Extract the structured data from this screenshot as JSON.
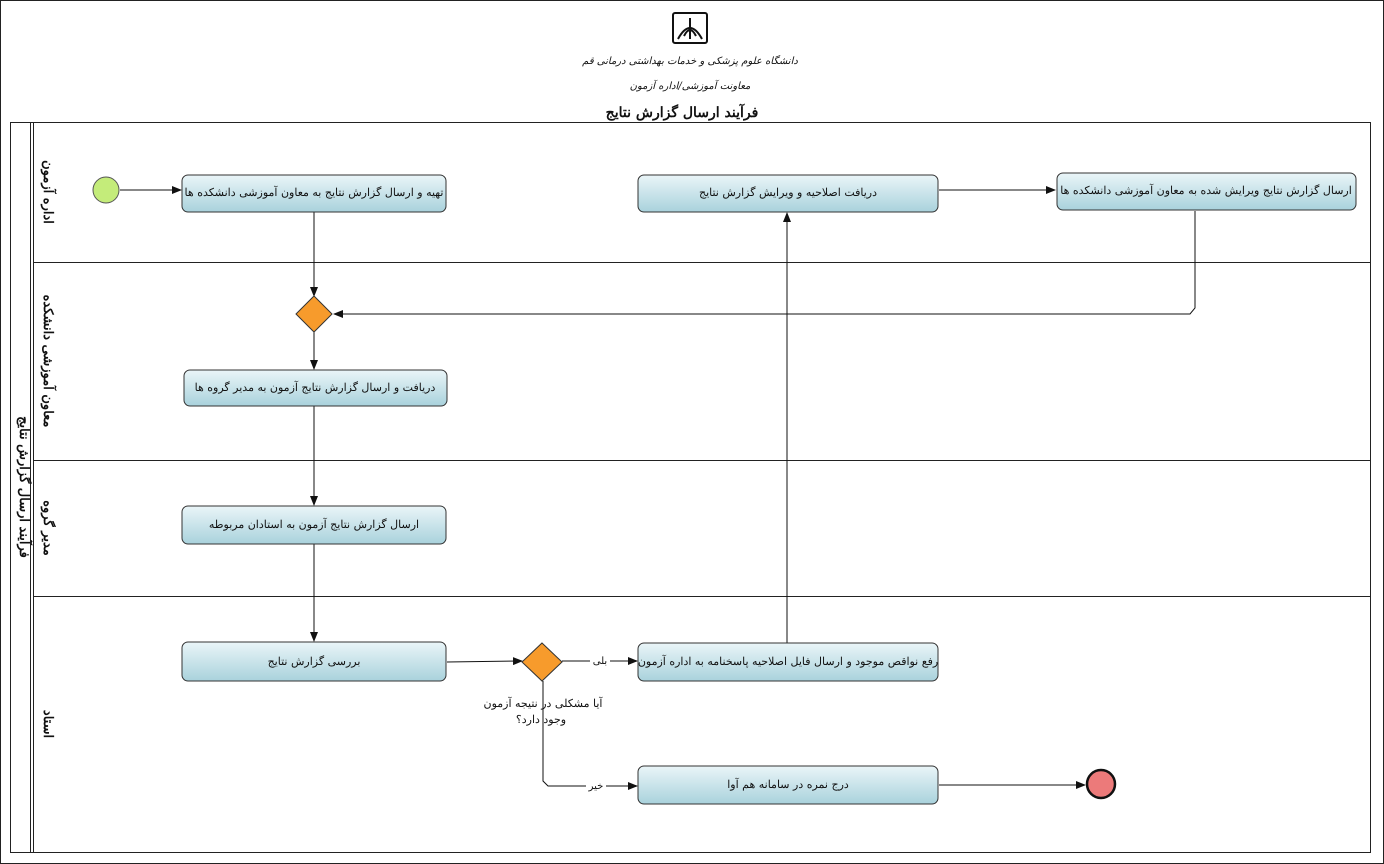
{
  "header": {
    "university": "دانشگاه علوم پزشکی و خدمات بهداشتی درمانی قم",
    "department": "معاونت آموزشی/اداره آزمون",
    "logo_icon": "university-emblem-icon"
  },
  "title": "فرآیند ارسال گزارش نتایج",
  "pool": {
    "label": "فرآیند ارسال گزارش نتایج"
  },
  "lanes": [
    {
      "label": "اداره آزمون"
    },
    {
      "label": "معاون آموزشی دانشکده"
    },
    {
      "label": "مدیر گروه"
    },
    {
      "label": "استاد"
    }
  ],
  "tasks": {
    "prepare": "تهیه و ارسال گزارش نتایج به معاون آموزشی دانشکده ها",
    "receive_edit": "دریافت اصلاحیه و ویرایش گزارش نتایج",
    "send_edited": "ارسال گزارش نتایج ویرایش شده به معاون آموزشی دانشکده ها",
    "forward_to_head": "دریافت و ارسال گزارش نتایج آزمون به مدیر گروه ها",
    "send_to_teachers": "ارسال گزارش نتایج آزمون به استادان مربوطه",
    "review": "بررسی گزارش نتایج",
    "fix_issues": "رفع نواقص موجود و ارسال فایل اصلاحیه پاسخنامه به اداره آزمون",
    "enter_grade": "درج نمره در سامانه هم آوا"
  },
  "gateway": {
    "question_line1": "آیا مشکلی در نتیجه آزمون",
    "question_line2": "وجود دارد؟",
    "yes": "بلی",
    "no": "خیر"
  },
  "colors": {
    "start_event": "#c4ec7a",
    "end_event": "#ec7a7a",
    "gateway": "#f79b2c",
    "task_top": "#eaf5f8",
    "task_bottom": "#a9d2dc"
  }
}
